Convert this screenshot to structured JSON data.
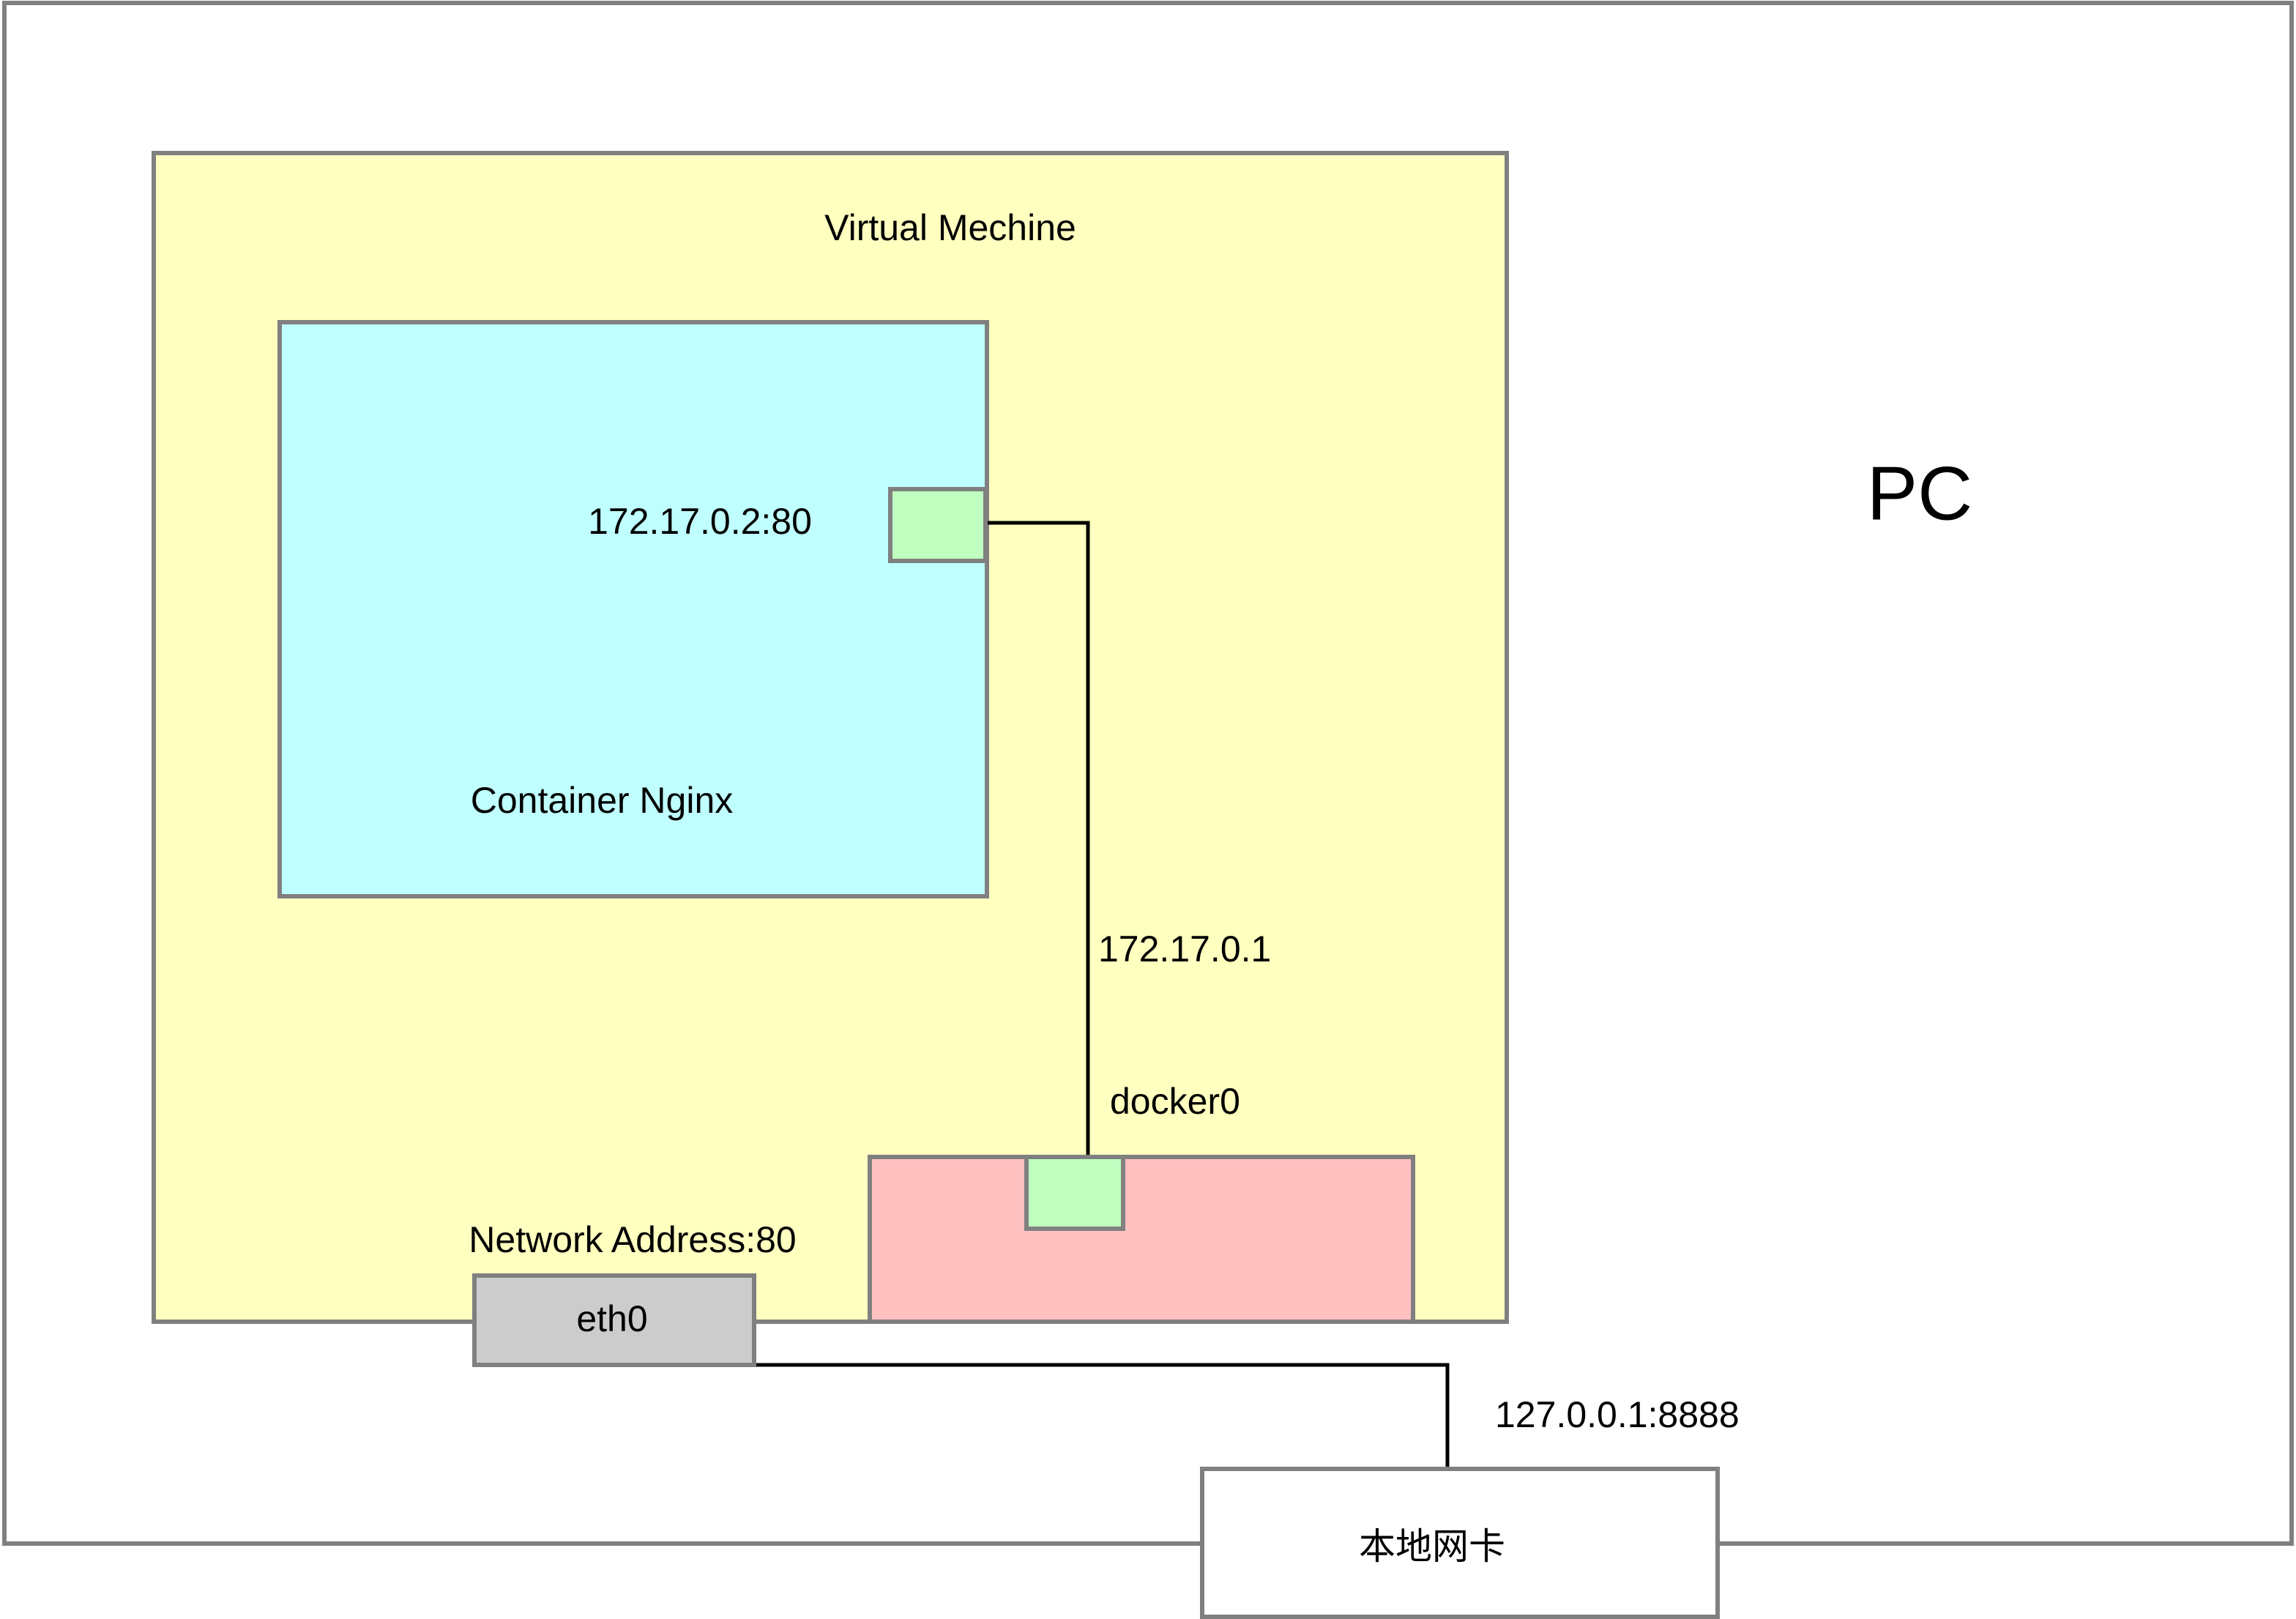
{
  "pc": {
    "label": "PC"
  },
  "virtual_machine": {
    "label": "Virtual Mechine"
  },
  "container": {
    "label": "Container Nginx",
    "port_label": "172.17.0.2:80"
  },
  "docker0": {
    "label": "docker0",
    "gateway_label": "172.17.0.1"
  },
  "eth0": {
    "label": "eth0",
    "address_label": "Network Address:80"
  },
  "local_nic": {
    "label": "本地网卡",
    "address_label": "127.0.0.1:8888"
  },
  "colors": {
    "pc_fill": "#ffffff",
    "vm_fill": "#ffffc0",
    "container_fill": "#c0ffff",
    "port_fill": "#c0ffc0",
    "docker0_fill": "#ffc0c0",
    "eth0_fill": "#cccccc",
    "border": "#808080",
    "wire": "#000000"
  }
}
